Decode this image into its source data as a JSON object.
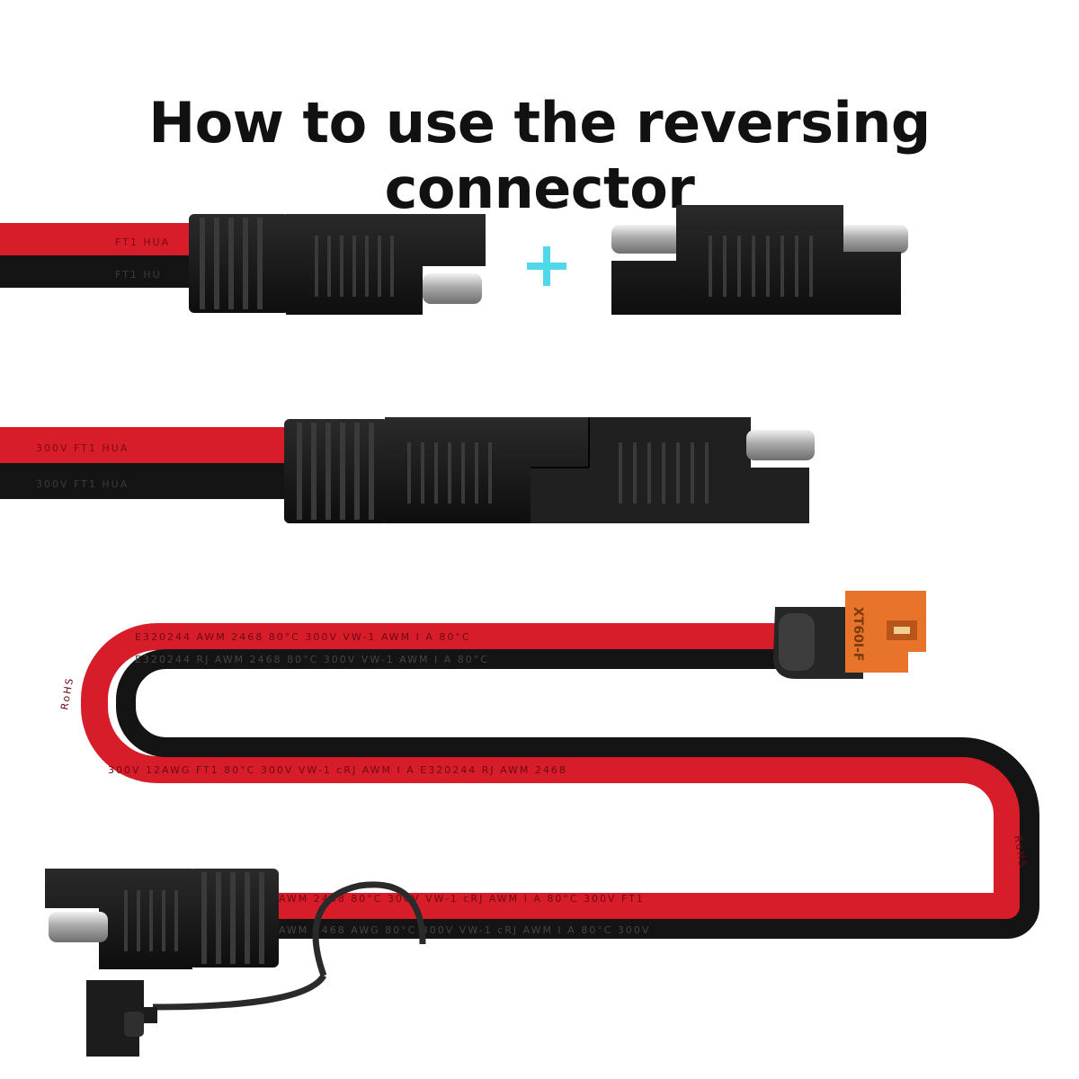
{
  "title": "How to use the reversing connector",
  "colors": {
    "red_wire": "#d81d2a",
    "black_wire": "#141414",
    "plus_sign": "#4fd8ea",
    "connector_orange": "#e8742c",
    "connector_body": "#1a1a1a",
    "pin": "#c9c9c9"
  },
  "icons": [
    "plus-icon"
  ],
  "cable_prints": {
    "top_red": "FT1 HUA",
    "top_black": "FT1 HU",
    "mid_red": "300V       FT1 HUA",
    "mid_black": "300V       FT1 HUA",
    "loop_upper_red": "E320244      AWM 2468              80°C  300V  VW-1              AWM I A  80°C",
    "loop_upper_black": "E320244  RJ AWM 2468          80°C  300V  VW-1              AWM I A  80°C",
    "loop_middle_red": "300V 12AWG FT1     80°C  300V  VW-1  cRJ  AWM I A       E320244  RJ AWM 2468",
    "loop_bottom_red": "AWM 2468      80°C   300V  VW-1    cRJ   AWM I A  80°C   300V         FT1",
    "loop_bottom_black": "AWM 2468   AWG 80°C   300V  VW-1    cRJ  AWM I A  80°C   300V",
    "bend_left": "RoHS",
    "bend_right": "RoHS"
  },
  "xt60_label": "XT60I-F"
}
